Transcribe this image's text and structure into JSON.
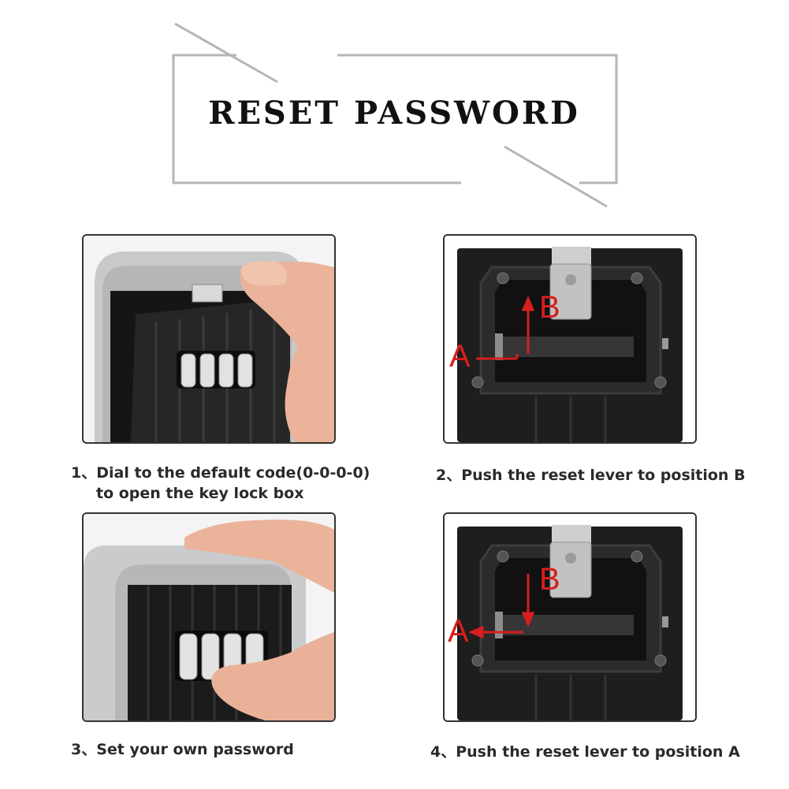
{
  "title": "RESET PASSWORD",
  "steps": [
    {
      "number": "1、",
      "text": "Dial to the default code(0-0-0-0)",
      "text_line2": "to open the key lock box"
    },
    {
      "number": "2、",
      "text": "Push the reset lever to position B"
    },
    {
      "number": "3、",
      "text": "Set your own password"
    },
    {
      "number": "4、",
      "text": "Push the reset lever to position A"
    }
  ],
  "markers": {
    "a": "A",
    "b": "B"
  },
  "colors": {
    "accent_red": "#d81e1e",
    "frame_gray": "#b9b9b9",
    "box_silver": "#c9cbcd",
    "box_black": "#1c1c1c"
  }
}
